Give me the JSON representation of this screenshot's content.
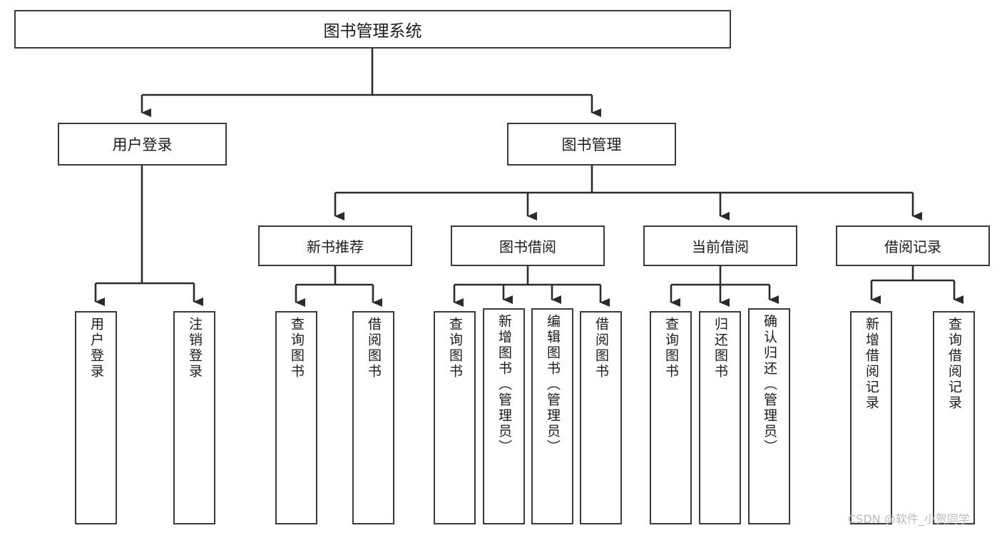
{
  "diagram": {
    "title": "图书管理系统",
    "type": "tree-hierarchy",
    "root": {
      "label": "图书管理系统"
    },
    "level2": [
      {
        "label": "用户登录"
      },
      {
        "label": "图书管理"
      }
    ],
    "level3": [
      {
        "label": "新书推荐"
      },
      {
        "label": "图书借阅"
      },
      {
        "label": "当前借阅"
      },
      {
        "label": "借阅记录"
      }
    ],
    "leaves": {
      "user_login": [
        {
          "label": "用户登录"
        },
        {
          "label": "注销登录"
        }
      ],
      "new_book_recommend": [
        {
          "label": "查询图书"
        },
        {
          "label": "借阅图书"
        }
      ],
      "book_borrow": [
        {
          "label": "查询图书"
        },
        {
          "label": "新增图书（管理员）"
        },
        {
          "label": "编辑图书（管理员）"
        },
        {
          "label": "借阅图书"
        }
      ],
      "current_borrow": [
        {
          "label": "查询图书"
        },
        {
          "label": "归还图书"
        },
        {
          "label": "确认归还（管理员）"
        }
      ],
      "borrow_record": [
        {
          "label": "新增借阅记录"
        },
        {
          "label": "查询借阅记录"
        }
      ]
    }
  },
  "watermark": {
    "text": "CSDN @软件_小贺同学"
  },
  "colors": {
    "box_border": "#3a3a3a",
    "box_fill": "#ffffff",
    "connector": "#2b2b2b",
    "text": "#1b1b1b",
    "watermark": "#b9b9b9",
    "background": "#ffffff"
  }
}
